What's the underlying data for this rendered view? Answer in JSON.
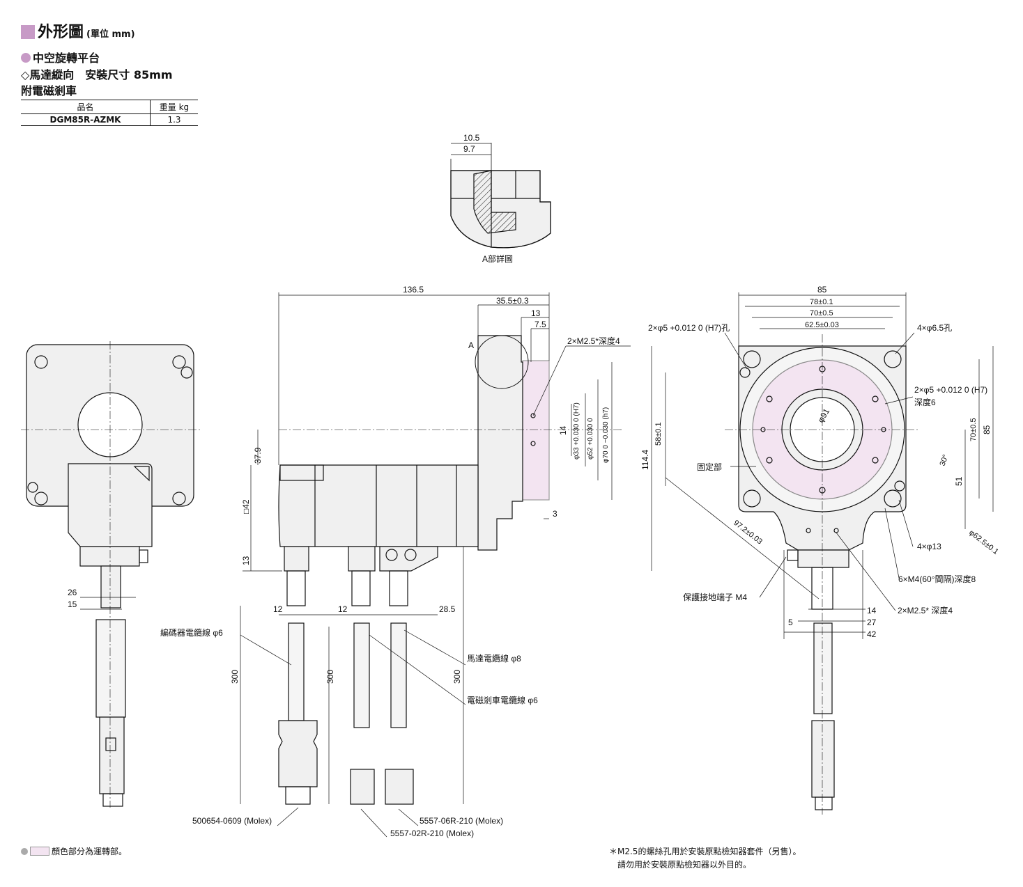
{
  "header": {
    "title": "外形圖",
    "unit": "(單位 mm)"
  },
  "product": {
    "line1": "中空旋轉平台",
    "line2": "◇馬達縱向　安裝尺寸 85mm",
    "line3": "附電磁剎車"
  },
  "spec_table": {
    "headers": [
      "品名",
      "重量 kg"
    ],
    "rows": [
      [
        "DGM85R-AZMK",
        "1.3"
      ]
    ]
  },
  "detail": {
    "caption": "A部詳圖",
    "dims": [
      "10.5",
      "9.7"
    ]
  },
  "side_view": {
    "dims": [
      "136.5",
      "35.5±0.3",
      "13",
      "7.5",
      "2×M2.5*深度4",
      "14",
      "φ33 +0.030 0 (H7)",
      "φ52 +0.030 0",
      "φ70 0 −0.030 (h7)",
      "37.9",
      "□42",
      "13",
      "3",
      "12",
      "12",
      "28.5",
      "300",
      "300",
      "300"
    ],
    "marker": "A",
    "cables": [
      "編碼器電纜線 φ6",
      "馬達電纜線 φ8",
      "電磁剎車電纜線 φ6"
    ],
    "connectors": [
      "500654-0609 (Molex)",
      "5557-06R-210 (Molex)",
      "5557-02R-210 (Molex)"
    ]
  },
  "front_view": {
    "dims": [
      "85",
      "78±0.1",
      "70±0.5",
      "62.5±0.03",
      "2×φ5 +0.012 0 (H7)孔",
      "4×φ6.5孔",
      "2×φ5 +0.012 0 (H7)",
      "深度6",
      "φ91",
      "58±0.1",
      "114.4",
      "70±0.5",
      "85",
      "30°",
      "51",
      "97.2±0.03",
      "φ62.5±0.1",
      "4×φ13",
      "6×M4(60°間隔)深度8",
      "2×M2.5* 深度4",
      "14",
      "27",
      "42",
      "5"
    ],
    "labels": [
      "固定部",
      "保護接地端子 M4"
    ]
  },
  "left_view": {
    "dims": [
      "26",
      "15"
    ]
  },
  "legend": {
    "text": "顏色部分為運轉部。"
  },
  "notes": [
    "＊M2.5的螺絲孔用於安裝原點檢知器套件（另售）。",
    "請勿用於安裝原點檢知器以外目的。"
  ],
  "colors": {
    "accent": "#c79ac6",
    "moving_part": "#f3e4f1",
    "line": "#111111"
  }
}
